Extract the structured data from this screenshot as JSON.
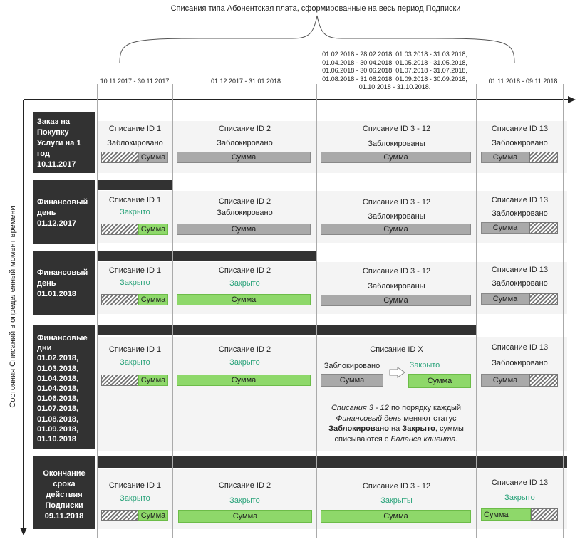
{
  "header": {
    "title": "Списания типа Абонентская плата, сформированные на весь период Подписки",
    "periods": [
      "10.11.2017 - 30.11.2017",
      "01.12.2017 - 31.01.2018",
      "01.02.2018 - 28.02.2018, 01.03.2018 - 31.03.2018,",
      "01.04.2018 - 30.04.2018, 01.05.2018 - 31.05.2018,",
      "01.06.2018 - 30.06.2018, 01.07.2018 - 31.07.2018,",
      "01.08.2018 - 31.08.2018, 01.09.2018 - 30.09.2018,",
      "01.10.2018 - 31.10.2018.",
      "01.11.2018 - 09.11.2018"
    ]
  },
  "axis_label": "Состояния Списаний в определенный момент времени",
  "rows": [
    {
      "label": [
        "Заказ на",
        "Покупку",
        "Услуги на 1",
        "год",
        "10.11.2017"
      ]
    },
    {
      "label": [
        "Финансовый",
        "день",
        "01.12.2017"
      ]
    },
    {
      "label": [
        "Финансовый",
        "день",
        "01.01.2018"
      ]
    },
    {
      "label": [
        "Финансовые",
        "дни",
        "01.02.2018,",
        "01.03.2018,",
        "01.04.2018,",
        "01.04.2018,",
        "01.06.2018,",
        "01.07.2018,",
        "01.08.2018,",
        "01.09.2018,",
        "01.10.2018"
      ]
    },
    {
      "label": [
        "Окончание",
        "срока",
        "действия",
        "Подписки",
        "09.11.2018"
      ]
    }
  ],
  "texts": {
    "id1": "Списание ID 1",
    "id2": "Списание ID 2",
    "id312": "Списание ID 3 - 12",
    "id13": "Списание ID 13",
    "idx": "Списание ID X",
    "blocked": "Заблокировано",
    "blocked_pl": "Заблокированы",
    "closed": "Закрыто",
    "closed_pl": "Закрыты",
    "sum": "Сумма"
  },
  "note": {
    "l1a": "Списания 3 - 12",
    "l1b": " по порядку каждый",
    "l2a": "Финансовый день",
    "l2b": " меняют статус",
    "l3a": "Заблокировано",
    "l3b": " на ",
    "l3c": "Закрыто",
    "l3d": ", суммы",
    "l4a": "списываются с ",
    "l4b": "Баланса клиента",
    "l4c": "."
  },
  "colors": {
    "panel": "#323232",
    "green": "#8ed86a",
    "gray": "#a9a9a9",
    "closed_text": "#2aa37a"
  }
}
